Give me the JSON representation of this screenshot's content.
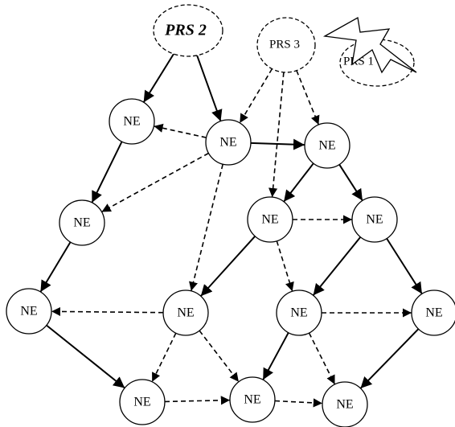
{
  "diagram": {
    "node_label": "NE",
    "prs2_label": "PRS 2",
    "prs3_label": "PRS 3",
    "prs1_label": "PRS 1",
    "links": {
      "solid": [
        [
          "prs2",
          "ne_a"
        ],
        [
          "prs2",
          "ne_b"
        ],
        [
          "ne_a",
          "ne_d"
        ],
        [
          "ne_b",
          "ne_c"
        ],
        [
          "ne_d",
          "ne_g"
        ],
        [
          "ne_g",
          "ne_k"
        ],
        [
          "ne_c",
          "ne_e"
        ],
        [
          "ne_c",
          "ne_f"
        ],
        [
          "ne_e",
          "ne_h"
        ],
        [
          "ne_f",
          "ne_i"
        ],
        [
          "ne_f",
          "ne_j"
        ],
        [
          "ne_i",
          "ne_l"
        ],
        [
          "ne_j",
          "ne_n"
        ]
      ],
      "dashed": [
        [
          "prs3",
          "ne_b"
        ],
        [
          "prs3",
          "ne_c"
        ],
        [
          "prs3",
          "ne_e"
        ],
        [
          "ne_b",
          "ne_a"
        ],
        [
          "ne_b",
          "ne_d"
        ],
        [
          "ne_b",
          "ne_h"
        ],
        [
          "ne_e",
          "ne_f"
        ],
        [
          "ne_e",
          "ne_i"
        ],
        [
          "ne_h",
          "ne_g"
        ],
        [
          "ne_h",
          "ne_k"
        ],
        [
          "ne_h",
          "ne_l"
        ],
        [
          "ne_i",
          "ne_j"
        ],
        [
          "ne_i",
          "ne_n"
        ],
        [
          "ne_k",
          "ne_l"
        ],
        [
          "ne_l",
          "ne_n"
        ]
      ]
    }
  }
}
